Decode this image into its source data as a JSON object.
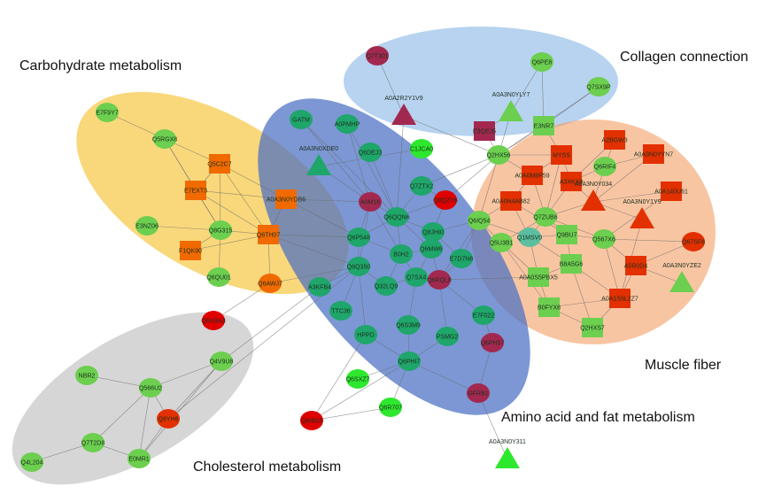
{
  "clusters": [
    {
      "key": "carb",
      "label": "Carbohydrate metabolism",
      "color": "#f6c02a"
    },
    {
      "key": "amino",
      "label": "Amino acid and fat metabolism",
      "color": "#4a6fc4"
    },
    {
      "key": "collagen",
      "label": "Collagen connection",
      "color": "#8ab8e6"
    },
    {
      "key": "muscle",
      "label": "Muscle fiber",
      "color": "#f3a26a"
    },
    {
      "key": "chol",
      "label": "Cholesterol metabolism",
      "color": "#bdbdbd"
    }
  ],
  "colors": {
    "green": "#6ccf4f",
    "teal": "#1fa66b",
    "bright_green": "#2ee82e",
    "orange": "#f06a00",
    "red": "#e33000",
    "maroon": "#a3284f",
    "pure_red": "#e00000",
    "light_teal": "#5bbfa0"
  },
  "nodes": [
    {
      "id": "E7F9Y7",
      "shape": "circle",
      "color": "green"
    },
    {
      "id": "Q5RGX8",
      "shape": "circle",
      "color": "green"
    },
    {
      "id": "Q5C2C7",
      "shape": "square",
      "color": "orange"
    },
    {
      "id": "E7EXT3",
      "shape": "square",
      "color": "orange"
    },
    {
      "id": "A0A3N0YDB6",
      "shape": "square",
      "color": "orange"
    },
    {
      "id": "E3NZ06",
      "shape": "circle",
      "color": "green"
    },
    {
      "id": "Q8G315",
      "shape": "circle",
      "color": "green"
    },
    {
      "id": "Q6TH07",
      "shape": "square",
      "color": "orange"
    },
    {
      "id": "F1QK90",
      "shape": "square",
      "color": "orange"
    },
    {
      "id": "Q6QU01",
      "shape": "circle",
      "color": "green"
    },
    {
      "id": "Q6AWJ7",
      "shape": "circle",
      "color": "orange"
    },
    {
      "id": "Q6XRA3",
      "shape": "circle",
      "color": "pure_red"
    },
    {
      "id": "GATM",
      "shape": "circle",
      "color": "teal"
    },
    {
      "id": "A0PMHP",
      "shape": "circle",
      "color": "teal"
    },
    {
      "id": "A0A3N0XDE0",
      "shape": "triangle",
      "color": "teal"
    },
    {
      "id": "Q6DEJ3",
      "shape": "circle",
      "color": "teal"
    },
    {
      "id": "C1JCA0",
      "shape": "circle",
      "color": "bright_green"
    },
    {
      "id": "Q7ZTX2",
      "shape": "circle",
      "color": "teal"
    },
    {
      "id": "A0M16",
      "shape": "circle",
      "color": "maroon"
    },
    {
      "id": "Q8QZY6",
      "shape": "circle",
      "color": "pure_red"
    },
    {
      "id": "Q6QQN6",
      "shape": "circle",
      "color": "teal"
    },
    {
      "id": "Q6P548",
      "shape": "circle",
      "color": "teal"
    },
    {
      "id": "Q8JHI0",
      "shape": "circle",
      "color": "teal"
    },
    {
      "id": "B0H2",
      "shape": "circle",
      "color": "teal"
    },
    {
      "id": "Q6MW6",
      "shape": "circle",
      "color": "teal"
    },
    {
      "id": "E7D7N6",
      "shape": "circle",
      "color": "teal"
    },
    {
      "id": "Q6Q350",
      "shape": "circle",
      "color": "teal"
    },
    {
      "id": "A3KFB4",
      "shape": "circle",
      "color": "teal"
    },
    {
      "id": "Q32LQ9",
      "shape": "circle",
      "color": "teal"
    },
    {
      "id": "Q7SX4",
      "shape": "circle",
      "color": "teal"
    },
    {
      "id": "Q6RQL8",
      "shape": "circle",
      "color": "maroon"
    },
    {
      "id": "TTC36",
      "shape": "circle",
      "color": "teal"
    },
    {
      "id": "Q6S3M9",
      "shape": "circle",
      "color": "teal"
    },
    {
      "id": "E7F022",
      "shape": "circle",
      "color": "teal"
    },
    {
      "id": "HPPD",
      "shape": "circle",
      "color": "teal"
    },
    {
      "id": "Q6PH57",
      "shape": "circle",
      "color": "maroon"
    },
    {
      "id": "PSMG2",
      "shape": "circle",
      "color": "teal"
    },
    {
      "id": "Q6PHI7",
      "shape": "circle",
      "color": "teal"
    },
    {
      "id": "Q6SXZ7",
      "shape": "circle",
      "color": "bright_green"
    },
    {
      "id": "Q6R707",
      "shape": "circle",
      "color": "bright_green"
    },
    {
      "id": "GFRB1",
      "shape": "circle",
      "color": "maroon"
    },
    {
      "id": "Q6IB93",
      "shape": "circle",
      "color": "pure_red"
    },
    {
      "id": "A0A3N0Y311",
      "shape": "triangle",
      "color": "bright_green"
    },
    {
      "id": "Q7T301",
      "shape": "circle",
      "color": "maroon"
    },
    {
      "id": "A0A2R2Y1V9",
      "shape": "triangle",
      "color": "maroon"
    },
    {
      "id": "Q6PE8",
      "shape": "circle",
      "color": "green"
    },
    {
      "id": "Q7SX9P",
      "shape": "circle",
      "color": "green"
    },
    {
      "id": "A0A3N0YLY7",
      "shape": "triangle",
      "color": "green"
    },
    {
      "id": "E3QEJ5",
      "shape": "square",
      "color": "maroon"
    },
    {
      "id": "E3NR7",
      "shape": "square",
      "color": "green"
    },
    {
      "id": "Q2HX56",
      "shape": "circle",
      "color": "green"
    },
    {
      "id": "MYSS",
      "shape": "square",
      "color": "red"
    },
    {
      "id": "A2BGW3",
      "shape": "square",
      "color": "red"
    },
    {
      "id": "A0A3N0YYN7",
      "shape": "square",
      "color": "red"
    },
    {
      "id": "Q6RIF4",
      "shape": "circle",
      "color": "green"
    },
    {
      "id": "A0A0M8P59",
      "shape": "square",
      "color": "red"
    },
    {
      "id": "A3XKX9",
      "shape": "square",
      "color": "red"
    },
    {
      "id": "A0A140U61",
      "shape": "square",
      "color": "red"
    },
    {
      "id": "A0A0N4AB82",
      "shape": "square",
      "color": "red"
    },
    {
      "id": "A0A3N0Y034",
      "shape": "triangle",
      "color": "red"
    },
    {
      "id": "A0A3N0Y1Y9",
      "shape": "triangle",
      "color": "red"
    },
    {
      "id": "Q6IQ54",
      "shape": "circle",
      "color": "green"
    },
    {
      "id": "Q7ZUB6",
      "shape": "circle",
      "color": "green"
    },
    {
      "id": "Q1MSV0",
      "shape": "circle",
      "color": "light_teal"
    },
    {
      "id": "Q5U3B1",
      "shape": "circle",
      "color": "green"
    },
    {
      "id": "Q9BU7",
      "shape": "square",
      "color": "green"
    },
    {
      "id": "Q567X6",
      "shape": "circle",
      "color": "green"
    },
    {
      "id": "Q67SF6",
      "shape": "circle",
      "color": "red"
    },
    {
      "id": "B8A5G6",
      "shape": "square",
      "color": "green"
    },
    {
      "id": "A0A0S5PBX5",
      "shape": "square",
      "color": "green"
    },
    {
      "id": "A5R0D4",
      "shape": "square",
      "color": "red"
    },
    {
      "id": "A0A3N0YZE2",
      "shape": "triangle",
      "color": "green"
    },
    {
      "id": "A0A1S5L2Z7",
      "shape": "square",
      "color": "red"
    },
    {
      "id": "B0FYX8",
      "shape": "square",
      "color": "green"
    },
    {
      "id": "Q2HXS7",
      "shape": "square",
      "color": "green"
    },
    {
      "id": "Q4V9U8",
      "shape": "circle",
      "color": "green"
    },
    {
      "id": "NBR2",
      "shape": "circle",
      "color": "green"
    },
    {
      "id": "Q566U2",
      "shape": "circle",
      "color": "green"
    },
    {
      "id": "Q8YH6",
      "shape": "circle",
      "color": "red"
    },
    {
      "id": "Q7T2D8",
      "shape": "circle",
      "color": "green"
    },
    {
      "id": "Q4L204",
      "shape": "circle",
      "color": "green"
    },
    {
      "id": "E0MR1",
      "shape": "circle",
      "color": "green"
    }
  ]
}
